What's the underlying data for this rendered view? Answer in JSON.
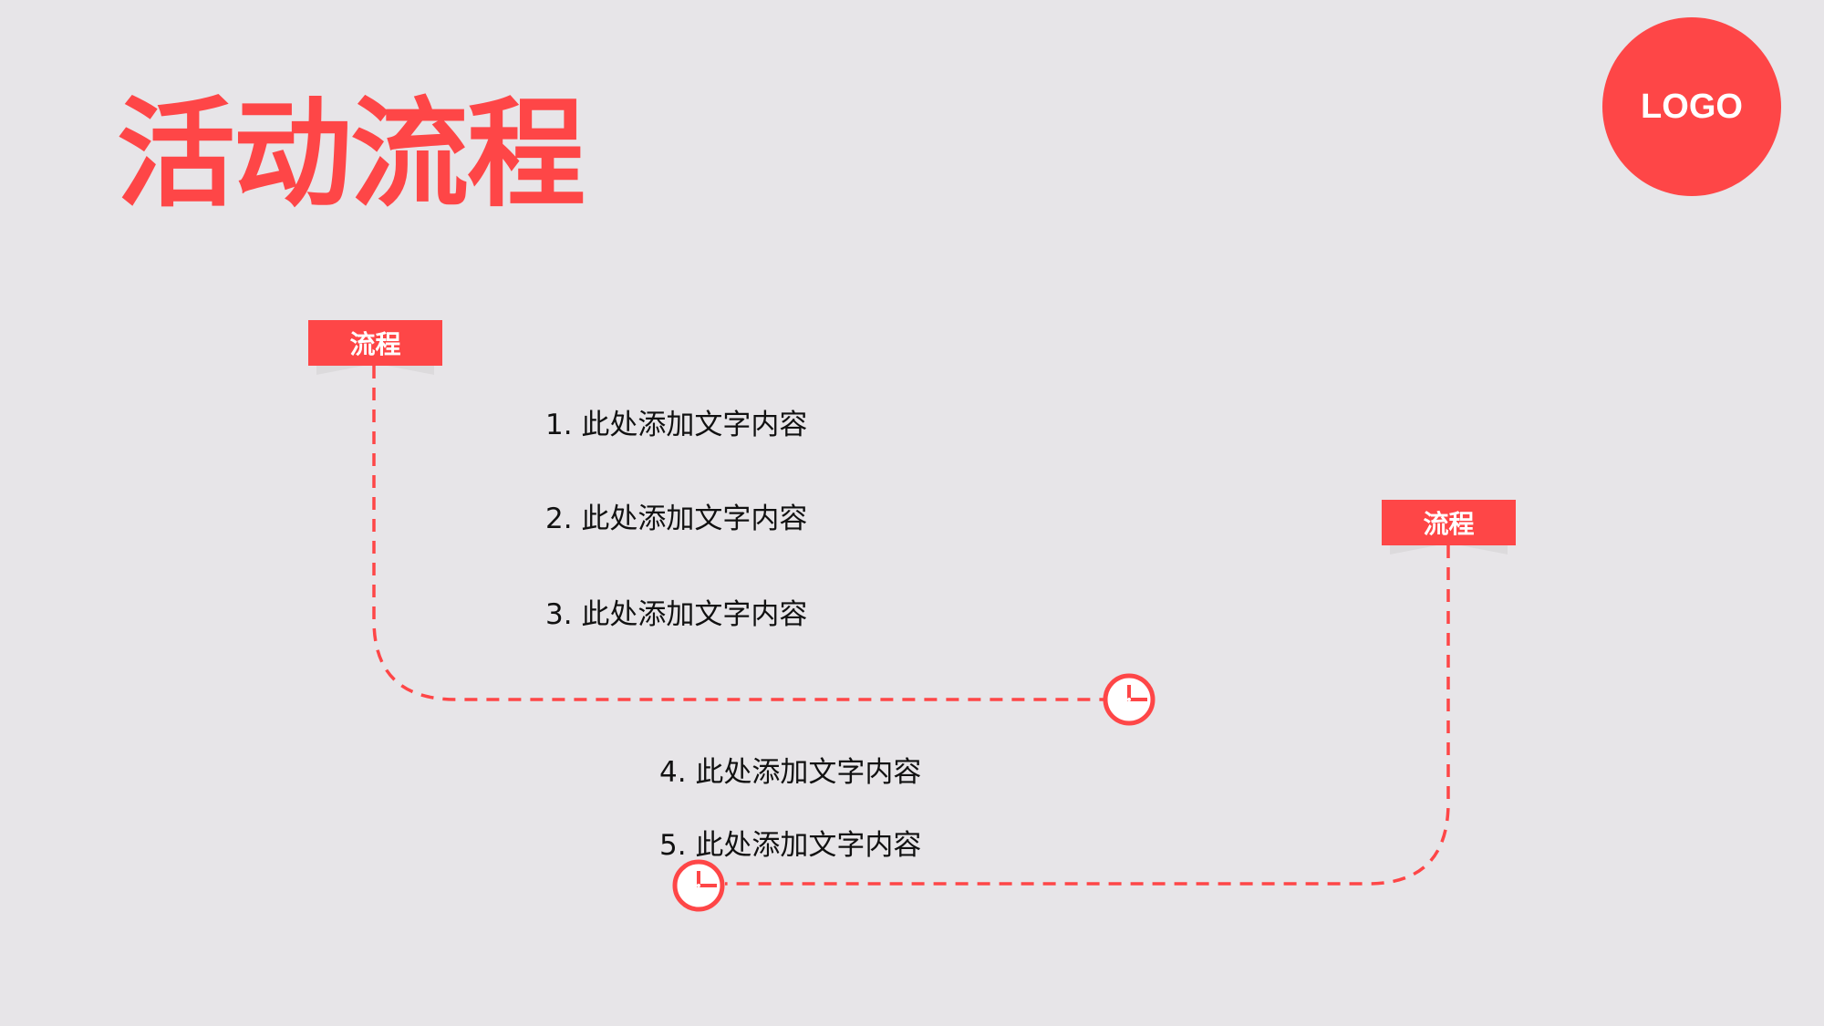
{
  "title": "活动流程",
  "logo": {
    "label": "LOGO",
    "color": "#fe4647"
  },
  "accent_color": "#fe4647",
  "background_color": "#e7e5e8",
  "flow": {
    "tags": [
      {
        "label": "流程"
      },
      {
        "label": "流程"
      }
    ],
    "steps": [
      {
        "label": "1. 此处添加文字内容"
      },
      {
        "label": "2. 此处添加文字内容"
      },
      {
        "label": "3. 此处添加文字内容"
      },
      {
        "label": "4. 此处添加文字内容"
      },
      {
        "label": "5. 此处添加文字内容"
      }
    ],
    "icons": [
      "clock-icon",
      "clock-icon"
    ]
  }
}
